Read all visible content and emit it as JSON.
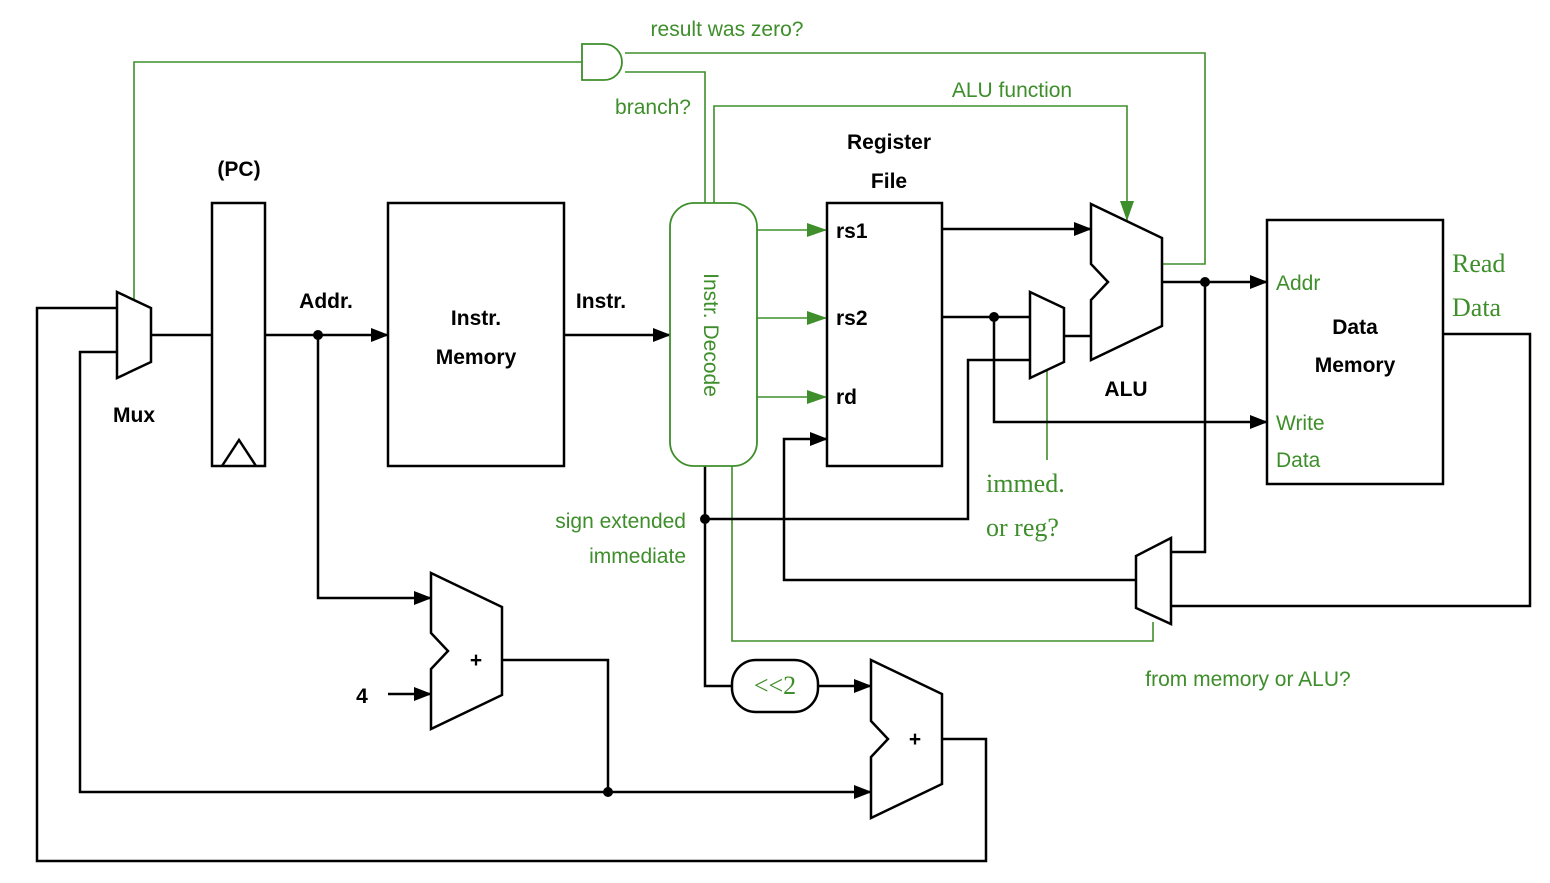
{
  "labels": {
    "pc": "(PC)",
    "mux": "Mux",
    "addr": "Addr.",
    "instr_memory_1": "Instr.",
    "instr_memory_2": "Memory",
    "instr": "Instr.",
    "instr_decode": "Instr. Decode",
    "register_file_1": "Register",
    "register_file_2": "File",
    "rs1": "rs1",
    "rs2": "rs2",
    "rd": "rd",
    "alu": "ALU",
    "data_memory_1": "Data",
    "data_memory_2": "Memory",
    "dm_addr": "Addr",
    "dm_write": "Write",
    "dm_data": "Data",
    "read": "Read",
    "read_data": "Data",
    "plus_pc": "+",
    "plus_branch": "+",
    "four": "4",
    "shift": "<<2"
  },
  "control": {
    "result_zero": "result was zero?",
    "branch": "branch?",
    "alu_function": "ALU function",
    "sign_extended": "sign extended",
    "immediate": "immediate",
    "immed": "immed.",
    "or_reg": "or reg?",
    "from_mem_alu": "from memory or ALU?"
  }
}
